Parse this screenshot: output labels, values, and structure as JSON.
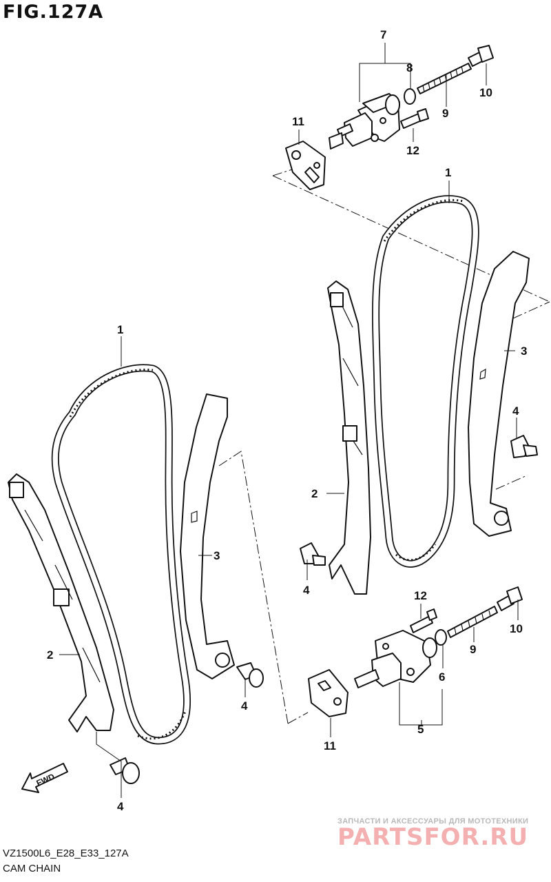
{
  "figure": {
    "title": "FIG.127A"
  },
  "footer": {
    "code": "VZ1500L6_E28_E33_127A",
    "name": "CAM CHAIN"
  },
  "watermark": {
    "line1": "ЗАПЧАСТИ И АКСЕССУАРЫ ДЛЯ МОТОТЕХНИКИ",
    "logo": "PARTSFOR.RU",
    "color": "#f4b0b0"
  },
  "fwd_label": "FWD",
  "callouts": {
    "top_7": "7",
    "top_8": "8",
    "top_9": "9",
    "top_10": "10",
    "top_11": "11",
    "top_12": "12",
    "right_1": "1",
    "right_2": "2",
    "right_3": "3",
    "right_4a": "4",
    "right_4b": "4",
    "left_1": "1",
    "left_2": "2",
    "left_3": "3",
    "left_4a": "4",
    "left_4b": "4",
    "bot_12": "12",
    "bot_10": "10",
    "bot_9": "9",
    "bot_6": "6",
    "bot_5": "5",
    "bot_11": "11"
  }
}
